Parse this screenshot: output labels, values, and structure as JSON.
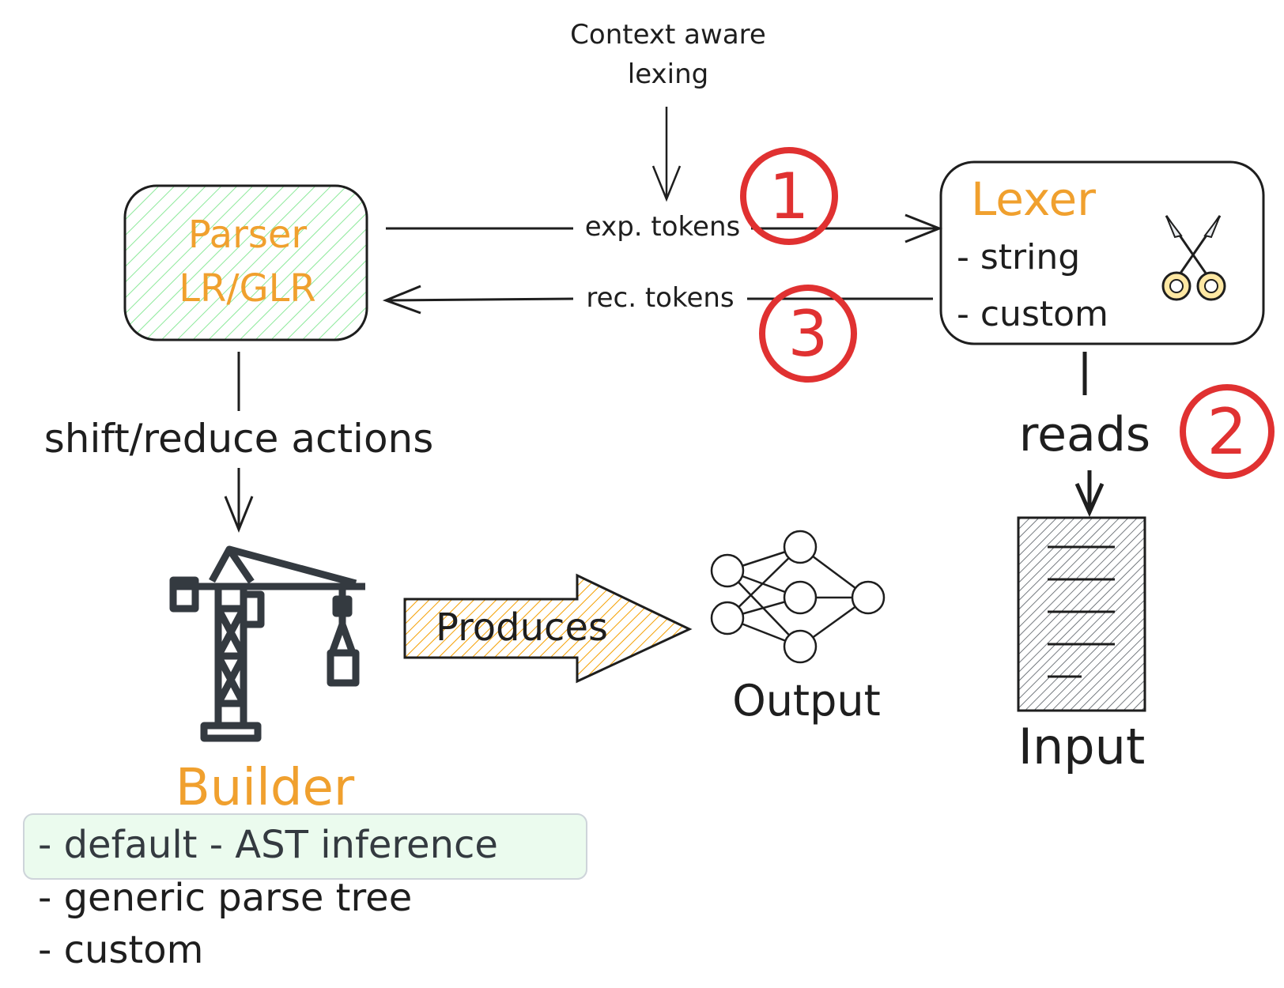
{
  "context_note": {
    "line1": "Context aware",
    "line2": "lexing"
  },
  "parser": {
    "title": "Parser",
    "subtitle": "LR/GLR"
  },
  "lexer": {
    "title": "Lexer",
    "items": [
      "- string",
      "- custom"
    ],
    "icon": "scissors-icon"
  },
  "edges": {
    "expected_tokens": "exp. tokens",
    "recognized_tokens": "rec. tokens",
    "parser_to_builder": "shift/reduce actions",
    "lexer_to_input": "reads",
    "builder_to_output": "Produces"
  },
  "steps": {
    "one": "1",
    "two": "2",
    "three": "3"
  },
  "builder": {
    "title": "Builder",
    "items": [
      "- default - AST inference",
      "- generic parse tree",
      "- custom"
    ],
    "icon": "crane-icon"
  },
  "output": {
    "label": "Output",
    "icon": "neural-network-icon"
  },
  "input": {
    "label": "Input",
    "icon": "document-icon"
  },
  "colors": {
    "stroke": "#1e1e1e",
    "accent_orange": "#f0a02e",
    "step_red": "#e03131",
    "parser_fill": "#b2f2bb",
    "builder_highlight": "#ebfbee",
    "arrow_fill": "#ffc078"
  }
}
